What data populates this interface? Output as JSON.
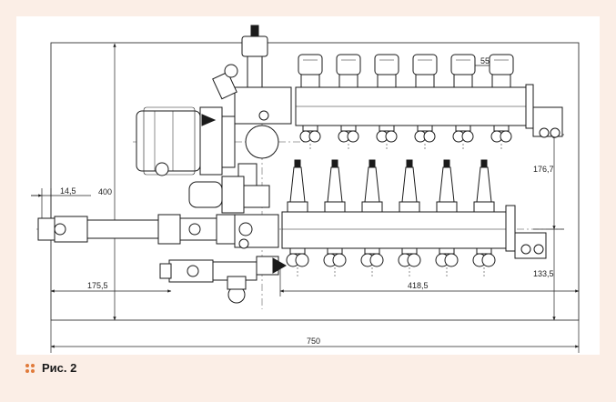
{
  "figure": {
    "caption": "Рис. 2",
    "accent_color": "#e07a3a",
    "background_color": "#fbeee6",
    "paper_color": "#ffffff",
    "line_color": "#1a1a1a"
  },
  "dimensions": {
    "overall_width": "750",
    "overall_height": "400",
    "left_pipe_length": "175,5",
    "manifold_length": "418,5",
    "outlet_pitch": "55",
    "manifold_spacing": "176,7",
    "bottom_offset": "133,5",
    "left_margin": "14,5"
  },
  "manifold": {
    "upper_outlet_count": 6,
    "lower_outlet_count": 6
  }
}
